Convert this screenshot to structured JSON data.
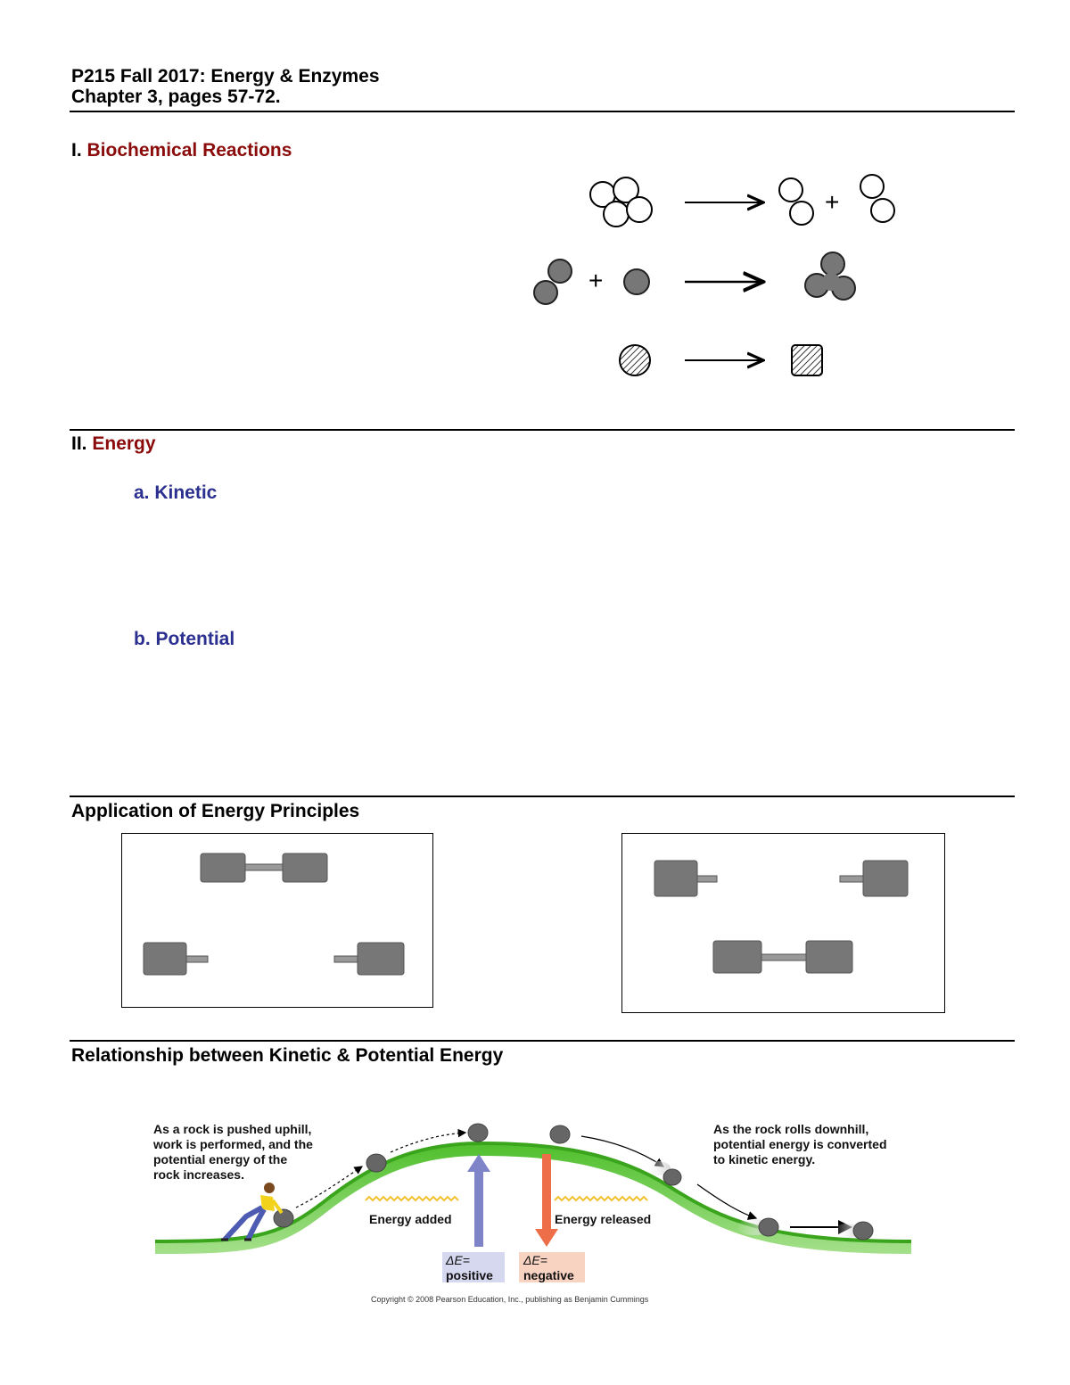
{
  "header": {
    "line1": "P215 Fall 2017: Energy & Enzymes",
    "line2": "Chapter 3, pages 57-72."
  },
  "section1": {
    "numeral": "I.",
    "title": "Biochemical Reactions"
  },
  "section2": {
    "numeral": "II.",
    "title": "Energy",
    "kinetic": "a. Kinetic",
    "potential": "b. Potential"
  },
  "application": {
    "title": "Application of Energy Principles"
  },
  "relationship": {
    "title": "Relationship between Kinetic & Potential Energy",
    "left_caption": [
      "As a rock is pushed uphill,",
      "work is performed, and the",
      "potential energy of the",
      "rock increases."
    ],
    "right_caption": [
      "As the rock rolls downhill,",
      "potential energy is converted",
      "to kinetic energy."
    ],
    "energy_added": "Energy added",
    "energy_released": "Energy released",
    "delta_symbol": "ΔE=",
    "delta_positive": "positive",
    "delta_negative": "negative",
    "copyright": "Copyright © 2008 Pearson Education, Inc., publishing as Benjamin Cummings"
  },
  "colors": {
    "section_red": "#8b0b0b",
    "subsection_blue": "#2b2f8f",
    "hill_green": "#5cc33a",
    "arrow_blue": "#7f84c9",
    "arrow_red": "#ef6e4a",
    "wave_yellow": "#f2c230"
  }
}
